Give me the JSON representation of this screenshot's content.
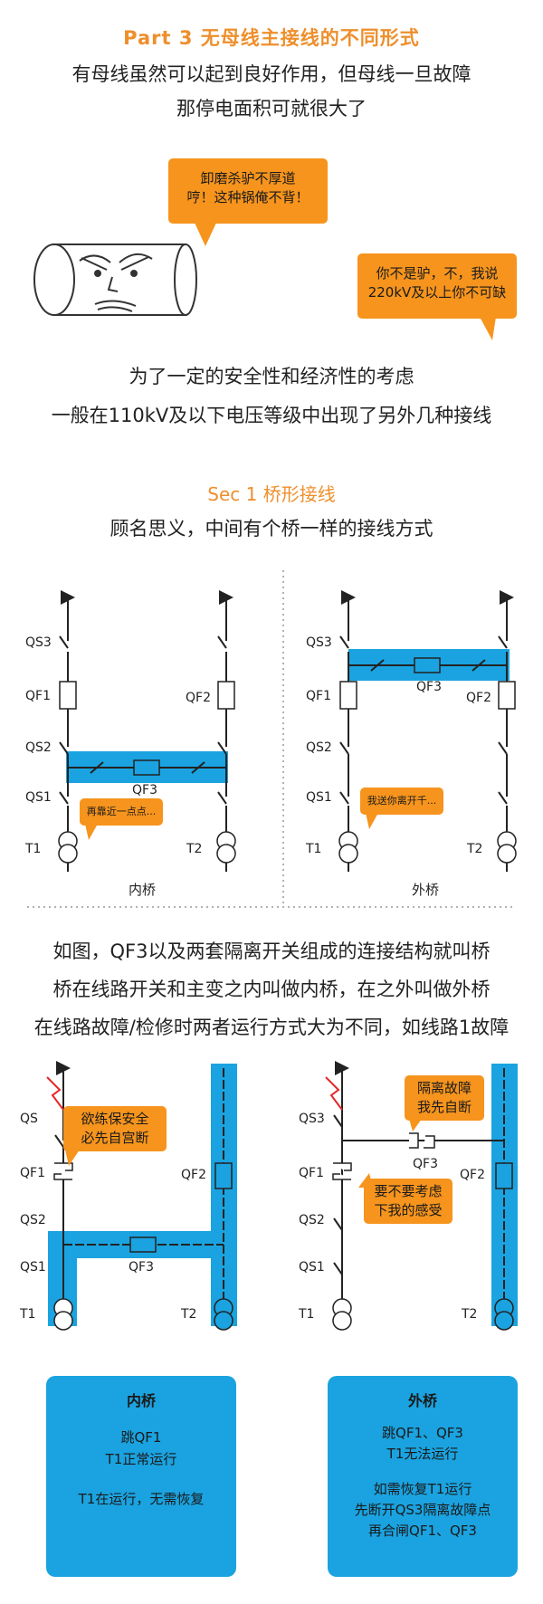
{
  "part_title": "Part 3 无母线主接线的不同形式",
  "intro": [
    "有母线虽然可以起到良好作用，但母线一旦故障",
    "那停电面积可就很大了"
  ],
  "bubble_left": [
    "卸磨杀驴不厚道",
    "哼！这种锅俺不背！"
  ],
  "bubble_right": [
    "你不是驴，不，我说",
    "220kV及以上你不可缺"
  ],
  "para2": [
    "为了一定的安全性和经济性的考虑",
    "一般在110kV及以下电压等级中出现了另外几种接线"
  ],
  "sec_title": "Sec 1 桥形接线",
  "sec_sub": "顾名思义，中间有个桥一样的接线方式",
  "labels": {
    "qs3": "QS3",
    "qf1": "QF1",
    "qf2": "QF2",
    "qs2": "QS2",
    "qs1": "QS1",
    "qf3": "QF3",
    "t1": "T1",
    "t2": "T2",
    "qs": "QS"
  },
  "inner_caption": "内桥",
  "outer_caption": "外桥",
  "inner_bubble": "再靠近一点点...",
  "outer_bubble": "我送你离开千...",
  "para3": [
    "如图，QF3以及两套隔离开关组成的连接结构就叫桥",
    "桥在线路开关和主变之内叫做内桥，在之外叫做外桥",
    "在线路故障/检修时两者运行方式大为不同，如线路1故障"
  ],
  "fault_bubble_left": [
    "欲练保安全",
    "必先自宫断"
  ],
  "fault_bubble_right1": [
    "隔离故障",
    "我先自断"
  ],
  "fault_bubble_right2": [
    "要不要考虑",
    "下我的感受"
  ],
  "summary_inner": {
    "title": "内桥",
    "lines": [
      "跳QF1",
      "T1正常运行",
      "",
      "T1在运行，无需恢复"
    ]
  },
  "summary_outer": {
    "title": "外桥",
    "lines": [
      "跳QF1、QF3",
      "T1无法运行",
      "",
      "如需恢复T1运行",
      "先断开QS3隔离故障点",
      "再合闸QF1、QF3"
    ]
  },
  "colors": {
    "accent": "#ee8f2c",
    "bubble": "#f6941d",
    "highlight": "#1aa3e0"
  }
}
